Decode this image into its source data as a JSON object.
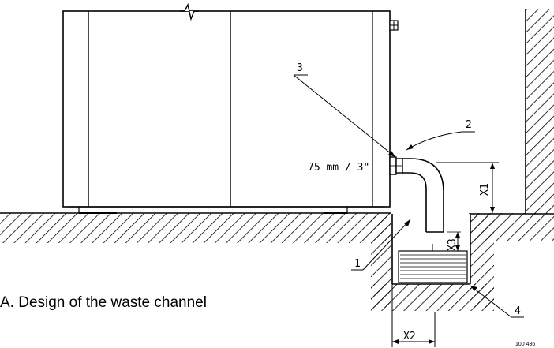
{
  "caption": "A. Design of the waste channel",
  "labels": {
    "callout_1": "1",
    "callout_2": "2",
    "callout_3": "3",
    "callout_4": "4",
    "pipe_size": "75 mm / 3\"",
    "dim_x1": "X1",
    "dim_x2": "X2",
    "dim_x3": "X3",
    "figure_code": "100 436"
  },
  "colors": {
    "line": "#000000",
    "background": "#ffffff"
  }
}
